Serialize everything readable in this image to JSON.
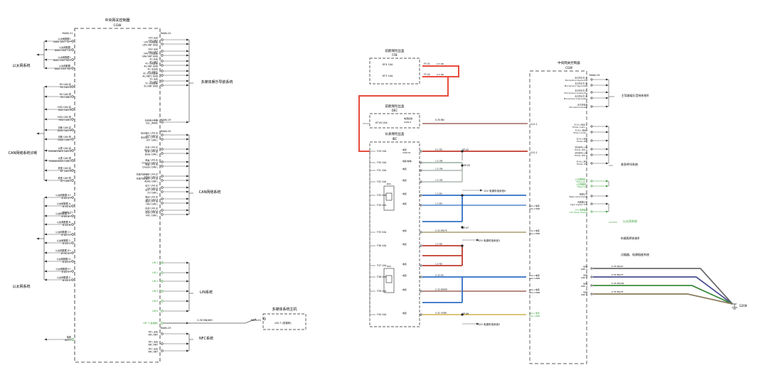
{
  "left_module": {
    "title": "中央网关控制器",
    "code": "CGW",
    "connectors": {
      "a": "MAIN-21",
      "b": "MAIN-22",
      "c": "MAIN-19",
      "d": "MAIN-20",
      "e": "MAIN-23",
      "f": "MAIN-21"
    },
    "left_pins": [
      {
        "label": "以太网数据+",
        "sub": "DIAG 100T TX+"
      },
      {
        "label": "以太网数据-",
        "sub": "DIAG 100T TX-"
      },
      {
        "label": "以太网数据+",
        "sub": "DIAG 100T RX+"
      },
      {
        "label": "以太网数据-",
        "sub": "DIAG 100T RX-"
      },
      {
        "label": "RS CAN 高",
        "sub": "RS CAN H"
      },
      {
        "label": "RS CAN 低",
        "sub": "RS CAN L"
      },
      {
        "label": "HSD CAN 高",
        "sub": "HSD CAN H"
      },
      {
        "label": "HSD CAN 低",
        "sub": "HSD CAN L"
      },
      {
        "label": "诊断 CAN 高",
        "sub": "DIAG CAN H"
      },
      {
        "label": "诊断 CAN 低",
        "sub": "DIAG CAN L"
      },
      {
        "label": "仪表 CAN 高",
        "sub": "Infotainment CAN H"
      },
      {
        "label": "仪表 CAN 低",
        "sub": "Infotainment CAN L"
      },
      {
        "label": "底盘 CAN 高",
        "sub": "BT CAN H"
      },
      {
        "label": "底盘 CAN 低",
        "sub": "BT CAN L"
      },
      {
        "label": "以太网数据 A+",
        "sub": "B DS A+"
      },
      {
        "label": "以太网数据 A-",
        "sub": "B DS A-"
      },
      {
        "label": "以太网数据 B+",
        "sub": "B DS B+"
      },
      {
        "label": "以太网数据 B-",
        "sub": "B DS B-"
      },
      {
        "label": "以太网数据 C+",
        "sub": "B DS C+"
      },
      {
        "label": "以太网数据 C-",
        "sub": "B DS C-"
      },
      {
        "label": "以太网数据 D+",
        "sub": "B DS D+"
      },
      {
        "label": "以太网数据 D-",
        "sub": "B DS D-"
      },
      {
        "label": "以太网数据 E+",
        "sub": "B DS E+"
      },
      {
        "label": "以太网数据 E-",
        "sub": "B DS E-"
      },
      {
        "label": "电源",
        "sub": "BAT+"
      }
    ],
    "right_pins": [
      {
        "label": "GPS 天线",
        "sub": "GPS ANT"
      },
      {
        "label": "GPS 天线屏蔽",
        "sub": "GPS ANT GND"
      },
      {
        "label": "NAV 天线",
        "sub": "NAV ANT"
      },
      {
        "label": "NAV 天线屏蔽",
        "sub": "NAV ANT GND"
      },
      {
        "label": "4G 天线",
        "sub": "4G ANT"
      },
      {
        "label": "4G 天线屏蔽",
        "sub": "4G ANT GND"
      },
      {
        "label": "4G 主天线",
        "sub": "4G ANT1"
      },
      {
        "label": "4G 主天线屏蔽",
        "sub": "4G ANT1 GND"
      },
      {
        "label": "5G 天线",
        "sub": "5G ANT"
      },
      {
        "label": "5G 天线屏蔽",
        "sub": "5G ANT GND"
      },
      {
        "label": "车载单元唤醒",
        "sub": "DLC_WAKE"
      },
      {
        "label": "信息娱乐 CAN 高",
        "sub": "EFT CAN H"
      },
      {
        "label": "信息娱乐 CAN 低",
        "sub": "EFT CAN L"
      },
      {
        "label": "车身 CAN 高",
        "sub": "Body CAN H"
      },
      {
        "label": "车身 CAN 低",
        "sub": "Body CAN L"
      },
      {
        "label": "底盘 CAN 高",
        "sub": "Chassis CAN H"
      },
      {
        "label": "底盘 CAN 低",
        "sub": "Chassis CAN L"
      },
      {
        "label": "智能驾驶辅助 CAN 高",
        "sub": "ADAS CAN H"
      },
      {
        "label": "智能驾驶辅助 CAN 低",
        "sub": "ADAS CAN L"
      },
      {
        "label": "动力 CAN 高",
        "sub": "CH CAN H"
      },
      {
        "label": "动力 CAN 低",
        "sub": "CH CAN L"
      },
      {
        "label": "混动 CAN 高",
        "sub": "HEV CAN H"
      },
      {
        "label": "混动 CAN 低",
        "sub": "HEV CAN L"
      },
      {
        "label": "空调 CAN 高",
        "sub": "HVC CAN H"
      },
      {
        "label": "空调 CAN 低",
        "sub": "HVC CAN L"
      },
      {
        "label": "LIN 1",
        "sub": ""
      },
      {
        "label": "LIN 2",
        "sub": ""
      },
      {
        "label": "LIN 3",
        "sub": ""
      },
      {
        "label": "LIN 4",
        "sub": ""
      },
      {
        "label": "LIN 5",
        "sub": ""
      },
      {
        "label": "LIN 6",
        "sub": ""
      },
      {
        "label": "LIN 7 (多媒体)",
        "sub": ""
      },
      {
        "label": "NFC 天线",
        "sub": "NFC ANT"
      },
      {
        "label": "NFC 天线",
        "sub": "NFC ANT"
      },
      {
        "label": "NFC 天线",
        "sub": "NFC ANT"
      }
    ],
    "groups_left": [
      "以太网系统",
      "CAN网络系统诊断",
      "以太网系统"
    ],
    "groups_right": [
      "多媒体娱乐导航系统",
      "CAN网络系统",
      "LIN系统",
      "NFC系统"
    ],
    "multimedia_host": "多媒体系统主机",
    "multimedia_pin": "LIN 7 (多媒体)",
    "multimedia_conn": "MAIN-01",
    "wire_label": "0.35 BN/WH"
  },
  "middle": {
    "fuse_box_top": {
      "title": "前舱保险丝盒",
      "code": "FFB",
      "f1": "EF4 10A",
      "f2": "EF3 10A",
      "p1": "FF-01",
      "p2": "FF-02"
    },
    "fuse_box_mid": {
      "title": "前舱保险丝盒",
      "code": "DEC",
      "f": "EF18 10A",
      "label": "电源接地",
      "code2": "CGW-2",
      "wire": "0.35 BN"
    },
    "module": {
      "title": "仪表保险丝盒",
      "code": "IBC",
      "rows": [
        {
          "fuse": "F29 10A",
          "label": "电源",
          "code": "CGW-01",
          "wire": "0.5 RD"
        },
        {
          "fuse": "F30 10A",
          "label": "电源(常电)",
          "wire": "1.5 GN"
        },
        {
          "fuse": "F31 10A",
          "label": "电源",
          "wire": "1.5 GN"
        },
        {
          "fuse": "F32 10A",
          "label": "电源",
          "wire": "1.5 GN"
        },
        {
          "fuse": "F33 10A",
          "label": "电源",
          "wire": "1.5 BU"
        },
        {
          "fuse": "F34 10A",
          "label": "电源",
          "wire": "1.5 BU"
        },
        {
          "fuse": "F35 10A",
          "label": "电源",
          "wire": "0.35 BN/YE"
        },
        {
          "fuse": "F36 10A",
          "label": "电源",
          "wire": "1.5 RD"
        },
        {
          "fuse": "F37 10A",
          "label": "电源",
          "wire": "1.5 RD"
        },
        {
          "fuse": "F38 10A",
          "label": "电源",
          "wire": "0.35 BU"
        },
        {
          "fuse": "F39 10A",
          "label": "电源",
          "wire": "0.35 BN/RD"
        },
        {
          "fuse": "F40 10A",
          "label": "电源",
          "wire": "0.35 YE/BK"
        }
      ]
    },
    "relays": [
      "R01",
      "R02"
    ],
    "refs": [
      "12V 电源供电系统0",
      "12V 电源供电系统1",
      "12V 电源供电系统2"
    ],
    "splices": [
      "SP-02",
      "SP-05",
      "SP-07",
      "SP-09"
    ],
    "outs": [
      {
        "label": "ALS-1 电源",
        "sub": "ALS-1 PWR"
      },
      {
        "label": "ALS-1 电源",
        "sub": "ALS-1 PWR"
      },
      {
        "label": "ALS-1 电源",
        "sub": "ALS-1 PWR"
      },
      {
        "label": "ALS-1 电源",
        "sub": "ALS-1 PWR"
      },
      {
        "label": "ALS-1 电源",
        "sub": "ALS-1 PWR"
      },
      {
        "label": "ALS-1 电源",
        "sub": "ALS-1 PWR"
      }
    ],
    "right_conns": [
      "CLO-1",
      "CLO-1"
    ]
  },
  "right_module": {
    "title": "中央网关控制器",
    "code": "CGW",
    "connector": "MAIN-19",
    "pins": [
      {
        "label": "麦克风信号 正",
        "sub": "Microphone Signal Pos"
      },
      {
        "label": "麦克风信号 负",
        "sub": "Microphone Signal Neg"
      },
      {
        "label": "麦克风信号 正",
        "sub": "Microphone Analog Pos"
      },
      {
        "label": "麦克风信号 负",
        "sub": "Microphone Analog Neg"
      },
      {
        "label": "麦克风电源",
        "sub": "Microphone Power"
      },
      {
        "label": "ECALL 输出 +",
        "sub": "ECALL Audio +"
      },
      {
        "label": "ECALL 输出 -",
        "sub": "ECALL Audio -"
      },
      {
        "label": "ECALL 按键",
        "sub": "ECALL KEY"
      },
      {
        "label": "紧急呼叫 LED",
        "sub": "ECALL LED A"
      },
      {
        "label": "紧急呼叫 LED",
        "sub": "ECALL LED B"
      },
      {
        "label": "ECALL 状态",
        "sub": "ECALL STS"
      },
      {
        "label": "以太网数据 +",
        "sub": "Ethernet +"
      },
      {
        "label": "以太网数据 -",
        "sub": "Ethernet -"
      },
      {
        "label": "唤醒信号",
        "sub": "Wake Lamp Signal"
      },
      {
        "label": "点烟器信号",
        "sub": "Cigar Lighter STS"
      },
      {
        "label": "12V 电源输出",
        "sub": "12V Power Output"
      },
      {
        "label": "接地",
        "sub": "GND 1"
      },
      {
        "label": "接地",
        "sub": "GND 2"
      },
      {
        "label": "接地",
        "sub": "GND 3"
      },
      {
        "label": "接地",
        "sub": "GND 4"
      }
    ],
    "groups": [
      "主驾驶娱乐音响系统0",
      "紧急呼叫系统",
      "以太网系统",
      "车辆照明系统0",
      "点烟器、电源插座系统"
    ],
    "wires": [
      "0.35 BK/GY",
      "0.35 BK/VT",
      "0.35 BK/GN",
      "0.35 BK/YE"
    ],
    "ground": "G208"
  }
}
